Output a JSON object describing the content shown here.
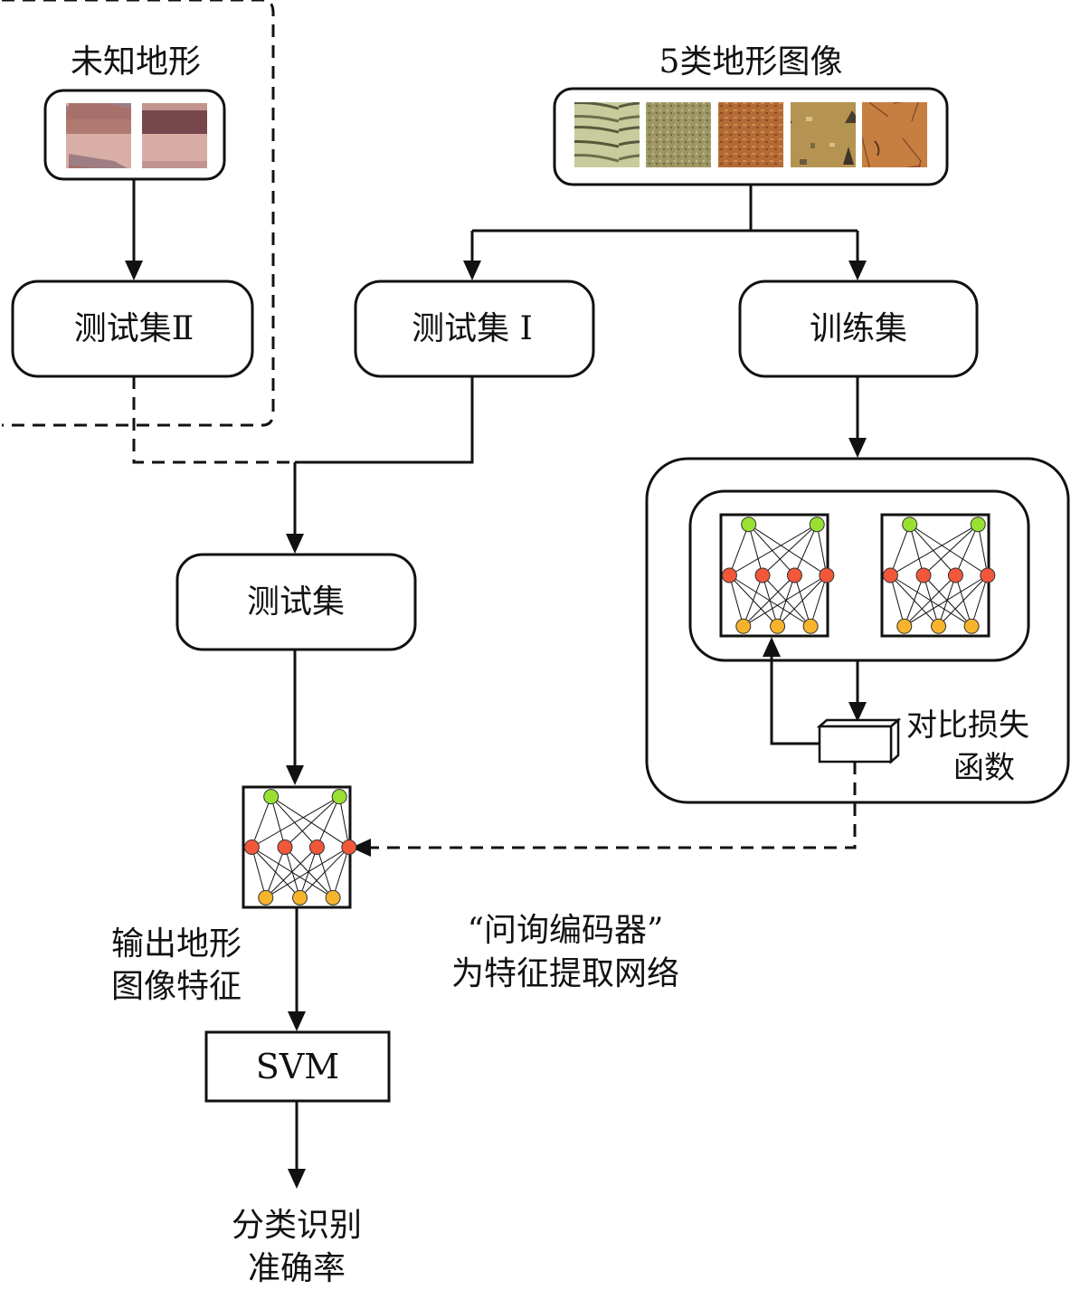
{
  "diagram": {
    "unknown_group": {
      "title": "未知地形",
      "images": [
        {
          "name": "unknown-terrain-image-1",
          "colors": [
            "#d4a59c",
            "#b58680",
            "#8a7484",
            "#a9746c"
          ]
        },
        {
          "name": "unknown-terrain-image-2",
          "colors": [
            "#d2a8a1",
            "#bb8f8c",
            "#7b4c51",
            "#6f4046"
          ]
        }
      ]
    },
    "terrain_classes": {
      "title": "5类地形图像",
      "images": [
        {
          "name": "terrain-class-1",
          "colors": [
            "#c9ceA0",
            "#8c8a5e",
            "#e2e6be"
          ]
        },
        {
          "name": "terrain-class-2",
          "colors": [
            "#9a9462",
            "#b3ad7c",
            "#7b7548"
          ]
        },
        {
          "name": "terrain-class-3",
          "colors": [
            "#b16a35",
            "#c5834a",
            "#8a4b24"
          ]
        },
        {
          "name": "terrain-class-4",
          "colors": [
            "#b5934e",
            "#cfb272",
            "#5e4c33"
          ]
        },
        {
          "name": "terrain-class-5",
          "colors": [
            "#c27c3e",
            "#d29355",
            "#9a5a2c"
          ]
        }
      ]
    },
    "nodes": {
      "test_set_2": "测试集Ⅱ",
      "test_set_1": "测试集 Ⅰ",
      "train_set": "训练集",
      "test_set": "测试集",
      "loss_label_line1": "对比损失",
      "loss_label_line2": "函数",
      "output_label_line1": "输出地形",
      "output_label_line2": "图像特征",
      "encoder_note_line1": "“问询编码器”",
      "encoder_note_line2": "为特征提取网络",
      "svm": "SVM",
      "result_line1": "分类识别",
      "result_line2": "准确率"
    },
    "network": {
      "layer_colors": {
        "input": "#99e033",
        "hidden": "#f2573a",
        "output": "#f6b32c"
      },
      "layer_sizes": [
        2,
        4,
        3
      ]
    }
  }
}
